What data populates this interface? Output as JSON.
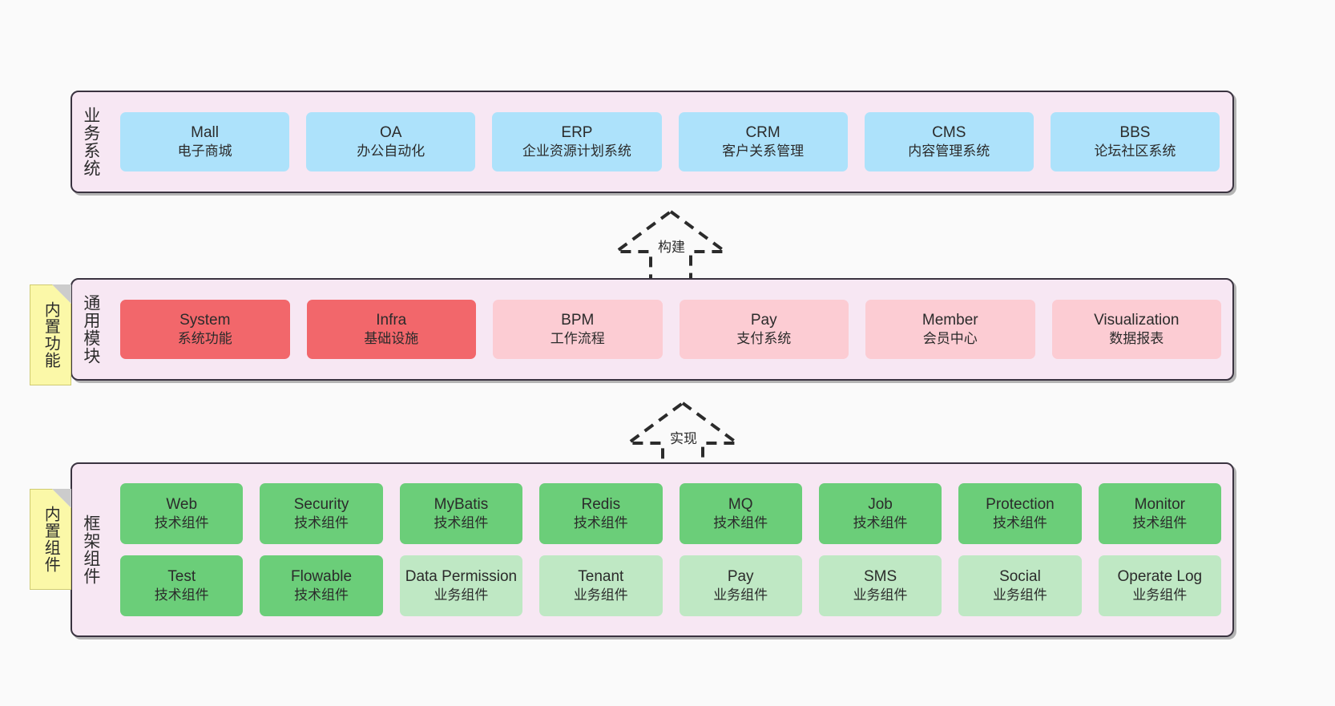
{
  "diagram": {
    "background_color": "#fafafa",
    "panel_bg": "#f7e7f3",
    "panel_border": "#3a3340",
    "note_color": "#fbf8a8"
  },
  "notes": [
    {
      "id": "builtin-function",
      "text": "内置功能"
    },
    {
      "id": "builtin-component",
      "text": "内置组件"
    }
  ],
  "connectors": [
    {
      "id": "build",
      "label": "构建"
    },
    {
      "id": "implement",
      "label": "实现"
    }
  ],
  "layers": {
    "business": {
      "title": "业务系统",
      "card_color": "#ade2fb",
      "cards": [
        {
          "name": "Mall",
          "desc": "电子商城"
        },
        {
          "name": "OA",
          "desc": "办公自动化"
        },
        {
          "name": "ERP",
          "desc": "企业资源计划系统"
        },
        {
          "name": "CRM",
          "desc": "客户关系管理"
        },
        {
          "name": "CMS",
          "desc": "内容管理系统"
        },
        {
          "name": "BBS",
          "desc": "论坛社区系统"
        }
      ]
    },
    "common": {
      "title": "通用模块",
      "card_color_strong": "#f2676b",
      "card_color_light": "#fcccd3",
      "cards": [
        {
          "name": "System",
          "desc": "系统功能",
          "emphasis": "strong"
        },
        {
          "name": "Infra",
          "desc": "基础设施",
          "emphasis": "strong"
        },
        {
          "name": "BPM",
          "desc": "工作流程",
          "emphasis": "light"
        },
        {
          "name": "Pay",
          "desc": "支付系统",
          "emphasis": "light"
        },
        {
          "name": "Member",
          "desc": "会员中心",
          "emphasis": "light"
        },
        {
          "name": "Visualization",
          "desc": "数据报表",
          "emphasis": "light"
        }
      ]
    },
    "framework": {
      "title": "框架组件",
      "card_color_tech": "#6bce79",
      "card_color_biz": "#bfe8c4",
      "row1": [
        {
          "name": "Web",
          "desc": "技术组件",
          "kind": "tech"
        },
        {
          "name": "Security",
          "desc": "技术组件",
          "kind": "tech"
        },
        {
          "name": "MyBatis",
          "desc": "技术组件",
          "kind": "tech"
        },
        {
          "name": "Redis",
          "desc": "技术组件",
          "kind": "tech"
        },
        {
          "name": "MQ",
          "desc": "技术组件",
          "kind": "tech"
        },
        {
          "name": "Job",
          "desc": "技术组件",
          "kind": "tech"
        },
        {
          "name": "Protection",
          "desc": "技术组件",
          "kind": "tech"
        },
        {
          "name": "Monitor",
          "desc": "技术组件",
          "kind": "tech"
        }
      ],
      "row2": [
        {
          "name": "Test",
          "desc": "技术组件",
          "kind": "tech"
        },
        {
          "name": "Flowable",
          "desc": "技术组件",
          "kind": "tech"
        },
        {
          "name": "Data Permission",
          "desc": "业务组件",
          "kind": "biz"
        },
        {
          "name": "Tenant",
          "desc": "业务组件",
          "kind": "biz"
        },
        {
          "name": "Pay",
          "desc": "业务组件",
          "kind": "biz"
        },
        {
          "name": "SMS",
          "desc": "业务组件",
          "kind": "biz"
        },
        {
          "name": "Social",
          "desc": "业务组件",
          "kind": "biz"
        },
        {
          "name": "Operate Log",
          "desc": "业务组件",
          "kind": "biz"
        }
      ]
    }
  }
}
